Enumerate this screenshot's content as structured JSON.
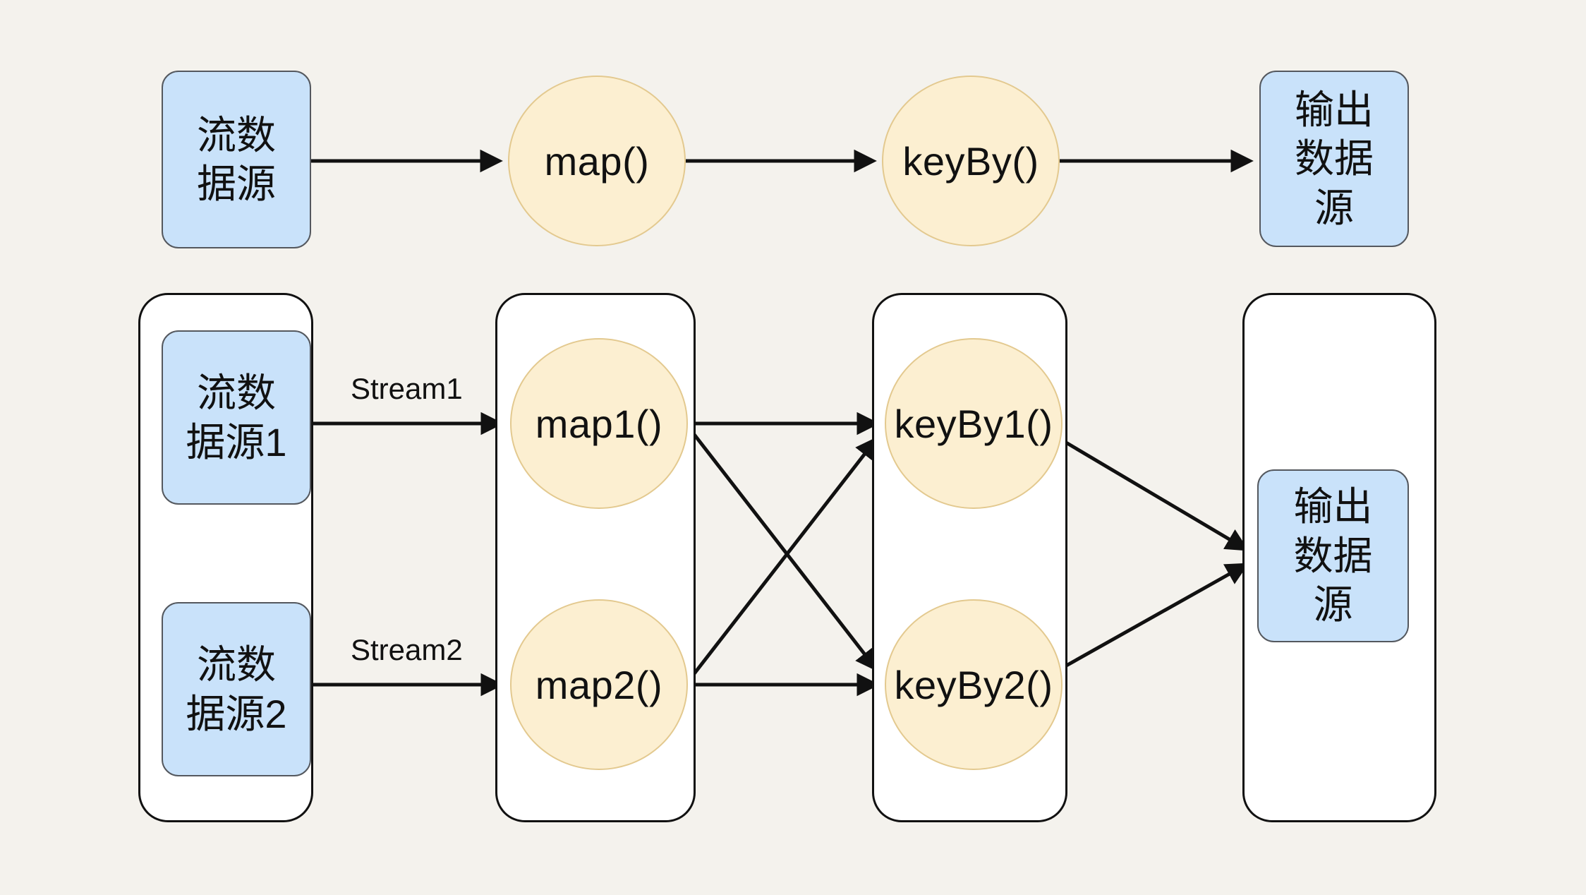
{
  "colors": {
    "background": "#f4f2ed",
    "container_fill": "#ffffff",
    "container_stroke": "#111111",
    "source_fill": "#c9e2fa",
    "source_stroke": "#54585e",
    "operator_fill": "#fcefd1",
    "operator_stroke": "#e3c98f",
    "line": "#111111",
    "text": "#111111"
  },
  "simple_flow": {
    "source": "流数\n据源",
    "map": "map()",
    "keyby": "keyBy()",
    "sink": "输出\n数据\n源"
  },
  "parallel_flow": {
    "source1": "流数\n据源1",
    "source2": "流数\n据源2",
    "map1": "map1()",
    "map2": "map2()",
    "keyby1": "keyBy1()",
    "keyby2": "keyBy2()",
    "sink": "输出\n数据\n源"
  },
  "edges": [
    {
      "from": "流数据源",
      "to": "map()"
    },
    {
      "from": "map()",
      "to": "keyBy()"
    },
    {
      "from": "keyBy()",
      "to": "输出数据源"
    },
    {
      "from": "流数据源1",
      "to": "map1()",
      "label": "Stream1"
    },
    {
      "from": "流数据源2",
      "to": "map2()",
      "label": "Stream2"
    },
    {
      "from": "map1()",
      "to": "keyBy1()"
    },
    {
      "from": "map1()",
      "to": "keyBy2()"
    },
    {
      "from": "map2()",
      "to": "keyBy1()"
    },
    {
      "from": "map2()",
      "to": "keyBy2()"
    },
    {
      "from": "keyBy1()",
      "to": "输出数据源"
    },
    {
      "from": "keyBy2()",
      "to": "输出数据源"
    }
  ]
}
